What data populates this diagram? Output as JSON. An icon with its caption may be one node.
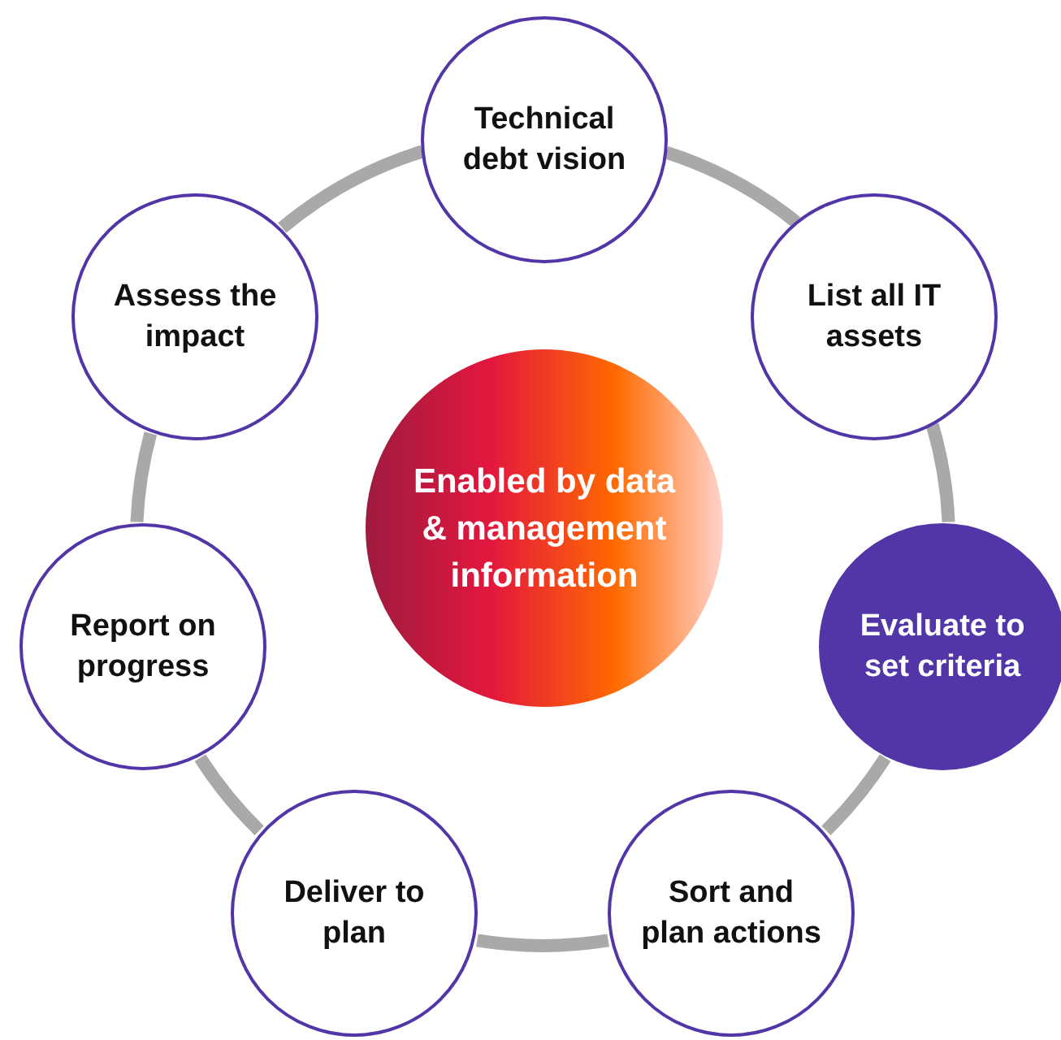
{
  "diagram": {
    "nodes": [
      {
        "text": [
          "Technical debt vision"
        ]
      },
      {
        "text": [
          "List all IT assets"
        ]
      },
      {
        "text": [
          "Evaluate to set criteria"
        ]
      },
      {
        "text": [
          "Sort and plan actions"
        ]
      },
      {
        "text": [
          "Deliver to plan"
        ]
      },
      {
        "text": [
          "Report on progress"
        ]
      },
      {
        "text": [
          "Assess the impact"
        ]
      },
      {
        "text": [
          "Enabled by data & management information"
        ]
      }
    ],
    "edges": [
      {
        "from": 0,
        "to": 1,
        "arrow": "none"
      },
      {
        "from": 1,
        "to": 2,
        "arrow": "none"
      },
      {
        "from": 2,
        "to": 3,
        "arrow": "none"
      },
      {
        "from": 3,
        "to": 4,
        "arrow": "none"
      },
      {
        "from": 4,
        "to": 5,
        "arrow": "none"
      },
      {
        "from": 5,
        "to": 6,
        "arrow": "none"
      },
      {
        "from": 6,
        "to": 0,
        "arrow": "none"
      }
    ]
  }
}
